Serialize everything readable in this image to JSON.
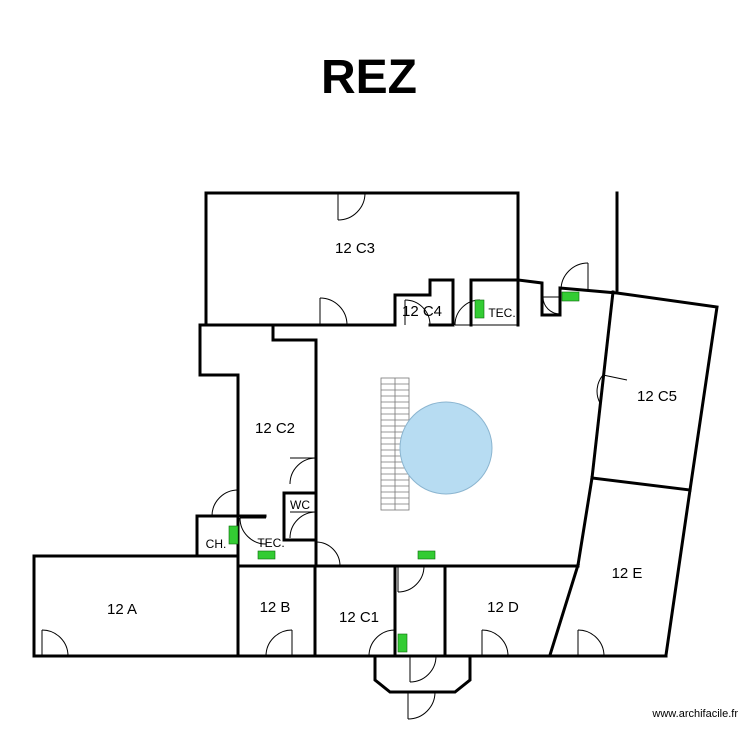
{
  "title": "REZ",
  "credit": "www.archifacile.fr",
  "rooms": {
    "c3": "12 C3",
    "c4": "12 C4",
    "tec_top": "TEC.",
    "c5": "12 C5",
    "c2": "12 C2",
    "wc": "WC",
    "ch": "CH.",
    "tec_low": "TEC.",
    "e": "12 E",
    "a": "12 A",
    "b": "12 B",
    "c1": "12 C1",
    "d": "12 D"
  },
  "colors": {
    "wall": "#000000",
    "pool_fill": "#b7dcf2",
    "pool_stroke": "#8bb5d0",
    "sensor": "#33cc33"
  }
}
